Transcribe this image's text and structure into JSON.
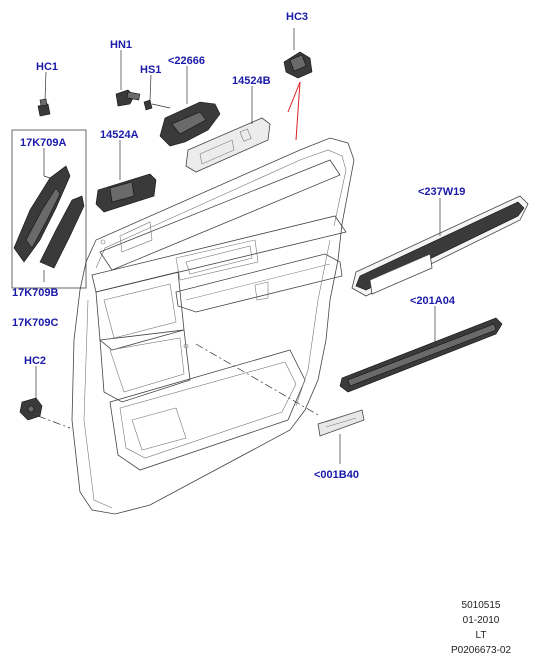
{
  "callouts": {
    "hc3": "HC3",
    "hn1": "HN1",
    "hc1": "HC1",
    "hs1": "HS1",
    "p22666": "<22666",
    "p14524b": "14524B",
    "p17k709a": "17K709A",
    "p14524a": "14524A",
    "p237w19": "<237W19",
    "p17k709b": "17K709B",
    "p201a04": "<201A04",
    "p17k709c": "17K709C",
    "hc2": "HC2",
    "p001b40": "<001B40"
  },
  "footer": {
    "line1": "5010515",
    "line2": "01-2010",
    "line3": "LT",
    "line4": "P0206673-02"
  },
  "colors": {
    "callout_text": "#1a1aa8",
    "hc3_leader": "#e02020",
    "outline": "#444444"
  }
}
